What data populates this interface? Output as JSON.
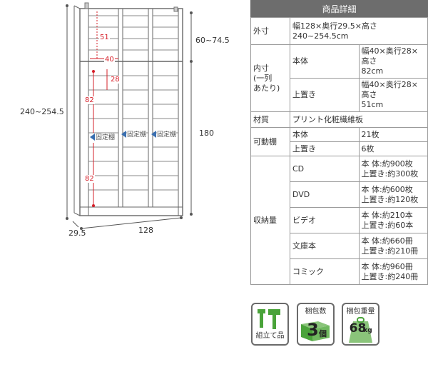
{
  "diagram": {
    "height_total": "240~254.5",
    "height_top": "60~74.5",
    "height_body": "180",
    "depth": "29.5",
    "width": "128",
    "inner_width": "40",
    "inner_top_height": "51",
    "inner_gap": "28",
    "inner_height_1": "82",
    "inner_height_2": "82",
    "fixed_shelf_label": "固定棚"
  },
  "spec": {
    "title": "商品詳細",
    "outer": {
      "label": "外寸",
      "value": "幅128×奥行29.5×高さ\n240~254.5cm"
    },
    "inner": {
      "label": "内寸\n(一列\nあたり)",
      "rows": [
        {
          "sub": "本体",
          "value": "幅40×奥行28×高さ\n82cm"
        },
        {
          "sub": "上置き",
          "value": "幅40×奥行28×高さ\n51cm"
        }
      ]
    },
    "material": {
      "label": "材質",
      "value": "プリント化粧繊維板"
    },
    "shelves": {
      "label": "可動棚",
      "rows": [
        {
          "sub": "本体",
          "value": "21枚"
        },
        {
          "sub": "上置き",
          "value": "6枚"
        }
      ]
    },
    "storage": {
      "label": "収納量",
      "rows": [
        {
          "sub": "CD",
          "value": "本 体:約900枚\n上置き:約300枚"
        },
        {
          "sub": "DVD",
          "value": "本 体:約600枚\n上置き:約120枚"
        },
        {
          "sub": "ビデオ",
          "value": "本 体:約210本\n上置き:約60本"
        },
        {
          "sub": "文庫本",
          "value": "本 体:約660冊\n上置き:約210冊"
        },
        {
          "sub": "コミック",
          "value": "本 体:約960冊\n上置き:約240冊"
        }
      ]
    }
  },
  "badges": {
    "assembly": "組立て品",
    "packages_label": "梱包数",
    "packages_value": "3",
    "packages_unit": "個",
    "weight_label": "梱包重量",
    "weight_value": "68",
    "weight_unit": "kg"
  }
}
